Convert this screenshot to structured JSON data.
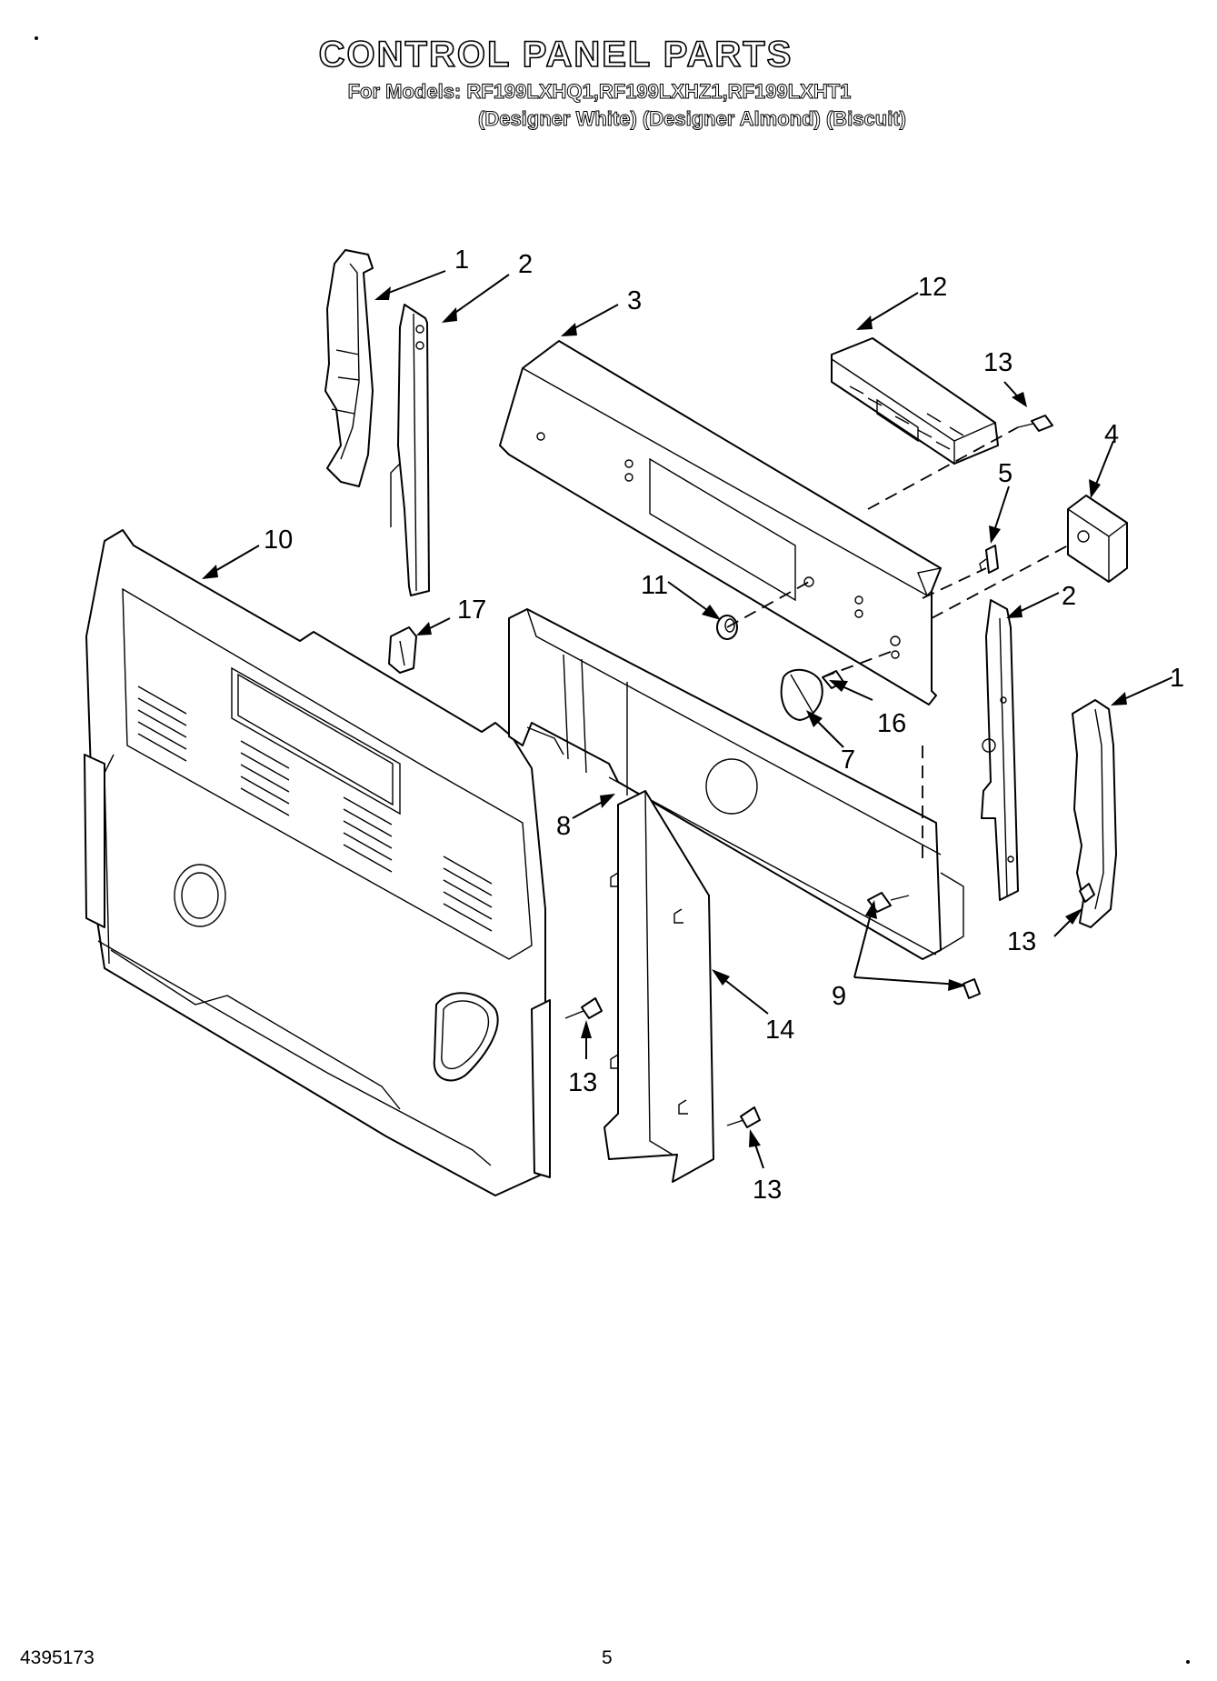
{
  "header": {
    "title": "CONTROL PANEL PARTS",
    "models_line": "For Models: RF199LXHQ1,RF199LXHZ1,RF199LXHT1",
    "colors_line": "(Designer White) (Designer Almond) (Biscuit)"
  },
  "footer": {
    "document_number": "4395173",
    "page_number": "5"
  },
  "callouts": [
    "1",
    "2",
    "3",
    "12",
    "13",
    "4",
    "5",
    "10",
    "17",
    "11",
    "2",
    "1",
    "16",
    "7",
    "8",
    "9",
    "13",
    "14",
    "13",
    "13"
  ]
}
